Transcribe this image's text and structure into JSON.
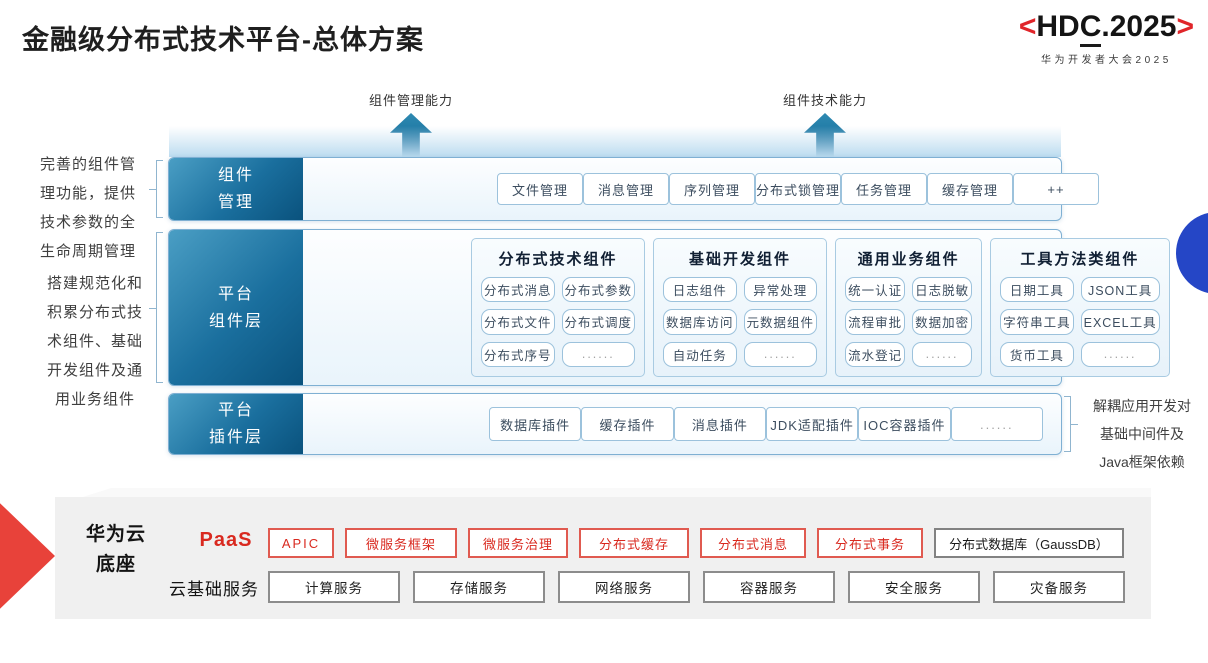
{
  "page": {
    "title": "金融级分布式技术平台-总体方案"
  },
  "logo": {
    "left_bracket": "<",
    "hd": "HD",
    "c": "C",
    "year": ".2025",
    "right_bracket": ">",
    "subtitle": "华为开发者大会2025"
  },
  "arrows": {
    "left": "组件管理能力",
    "right": "组件技术能力"
  },
  "annotations": {
    "left_top": "完善的组件管\n理功能，提供\n技术参数的全\n生命周期管理",
    "left_bottom": "搭建规范化和\n积累分布式技\n术组件、基础\n开发组件及通\n用业务组件",
    "right": "解耦应用开发对\n基础中间件及\nJava框架依赖"
  },
  "layers": {
    "component_mgmt": {
      "label": "组件\n管理",
      "items": [
        "文件管理",
        "消息管理",
        "序列管理",
        "分布式锁管理",
        "任务管理",
        "缓存管理",
        "++"
      ]
    },
    "platform_components": {
      "label": "平台\n组件层",
      "groups": [
        {
          "title": "分布式技术组件",
          "items": [
            "分布式消息",
            "分布式参数",
            "分布式文件",
            "分布式调度",
            "分布式序号",
            "......"
          ]
        },
        {
          "title": "基础开发组件",
          "items": [
            "日志组件",
            "异常处理",
            "数据库访问",
            "元数据组件",
            "自动任务",
            "......"
          ]
        },
        {
          "title": "通用业务组件",
          "items": [
            "统一认证",
            "日志脱敏",
            "流程审批",
            "数据加密",
            "流水登记",
            "......"
          ]
        },
        {
          "title": "工具方法类组件",
          "items": [
            "日期工具",
            "JSON工具",
            "字符串工具",
            "EXCEL工具",
            "货币工具",
            "......"
          ]
        }
      ]
    },
    "platform_plugins": {
      "label": "平台\n插件层",
      "items": [
        "数据库插件",
        "缓存插件",
        "消息插件",
        "JDK适配插件",
        "IOC容器插件",
        "......"
      ]
    }
  },
  "foundation": {
    "label": "华为云\n底座",
    "paas": {
      "label": "PaaS",
      "items": [
        "APIC",
        "微服务框架",
        "微服务治理",
        "分布式缓存",
        "分布式消息",
        "分布式事务"
      ],
      "db_item": "分布式数据库（GaussDB）"
    },
    "iaas": {
      "label": "云基础服务",
      "items": [
        "计算服务",
        "存储服务",
        "网络服务",
        "容器服务",
        "安全服务",
        "灾备服务"
      ]
    }
  },
  "colors": {
    "layer_teal": "#15689a",
    "brand_red": "#e0252a",
    "paas_red": "#d9291f",
    "panel_border": "#7fb0d3",
    "circle_blue": "#2546c6"
  }
}
